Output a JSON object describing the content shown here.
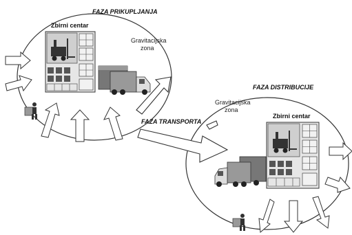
{
  "phases": {
    "collection": "FAZA PRIKUPLJANJA",
    "transport": "FAZA TRANSPORTA",
    "distribution": "FAZA DISTRIBUCIJE"
  },
  "left_zone": {
    "center_label": "Zbirni centar",
    "gravity_line1": "Gravitacijska",
    "gravity_line2": "zona"
  },
  "right_zone": {
    "center_label": "Zbirni centar",
    "gravity_line1": "Gravitacijska",
    "gravity_line2": "zona"
  },
  "colors": {
    "line": "#333333",
    "dark": "#444444",
    "mid": "#888888",
    "light": "#d0d0d0",
    "arrow_fill": "#ffffff"
  },
  "icons": [
    "warehouse-icon",
    "forklift-icon",
    "truck-icon",
    "person-with-box-icon"
  ]
}
